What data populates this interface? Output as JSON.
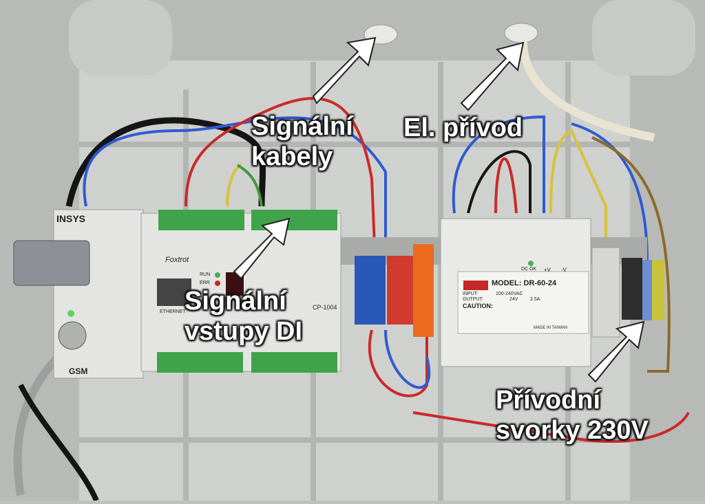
{
  "callouts": {
    "signal_cables": "Signální\nkabely",
    "power_feed": "El. přívod",
    "signal_inputs": "Signální\nvstupy DI",
    "terminals": "Přívodní\nsvorky 230V"
  },
  "device_labels": {
    "modem_brand": "INSYS",
    "modem_model": "GSM",
    "plc_brand": "Foxtrot",
    "plc_model": "CP-1004",
    "plc_run": "RUN",
    "plc_err": "ERR",
    "plc_ethernet": "ETHERNET",
    "psu_model": "MODEL: DR-60-24",
    "psu_input": "INPUT:",
    "psu_input_value": "100-240VAC",
    "psu_output": "OUTPUT:",
    "psu_output_value": "24V",
    "psu_current": "2.5A",
    "psu_caution": "CAUTION:",
    "psu_dcok": "DC OK",
    "psu_plus": "+V",
    "psu_minus": "-V",
    "psu_made": "MADE IN TAIWAN"
  },
  "colors": {
    "enclosure": "#c7c9c6",
    "din_module": "#e4e5e2",
    "terminal_green": "#3fa34a",
    "terminal_blue": "#2a58b8",
    "terminal_red": "#d03a2f",
    "terminal_orange": "#ec6a1e",
    "wire_blue": "#2f5bd1",
    "wire_red": "#c92a2a",
    "wire_black": "#151515"
  }
}
